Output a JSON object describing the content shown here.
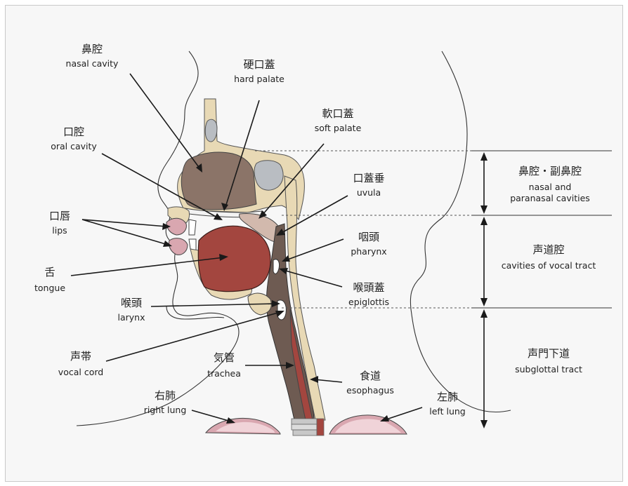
{
  "diagram": {
    "labels": {
      "nasal_cavity": {
        "jp": "鼻腔",
        "en": "nasal cavity"
      },
      "hard_palate": {
        "jp": "硬口蓋",
        "en": "hard palate"
      },
      "soft_palate": {
        "jp": "軟口蓋",
        "en": "soft palate"
      },
      "oral_cavity": {
        "jp": "口腔",
        "en": "oral cavity"
      },
      "uvula": {
        "jp": "口蓋垂",
        "en": "uvula"
      },
      "lips": {
        "jp": "口唇",
        "en": "lips"
      },
      "pharynx": {
        "jp": "咽頭",
        "en": "pharynx"
      },
      "tongue": {
        "jp": "舌",
        "en": "tongue"
      },
      "epiglottis": {
        "jp": "喉頭蓋",
        "en": "epiglottis"
      },
      "larynx": {
        "jp": "喉頭",
        "en": "larynx"
      },
      "vocal_cord": {
        "jp": "声帯",
        "en": "vocal cord"
      },
      "trachea": {
        "jp": "気管",
        "en": "trachea"
      },
      "esophagus": {
        "jp": "食道",
        "en": "esophagus"
      },
      "right_lung": {
        "jp": "右肺",
        "en": "right lung"
      },
      "left_lung": {
        "jp": "左肺",
        "en": "left lung"
      }
    },
    "regions": {
      "nasal_paranasal": {
        "jp": "鼻腔・副鼻腔",
        "en1": "nasal and",
        "en2": "paranasal cavities"
      },
      "vocal_tract": {
        "jp": "声道腔",
        "en": "cavities of vocal tract"
      },
      "subglottal": {
        "jp": "声門下道",
        "en": "subglottal tract"
      }
    },
    "colors": {
      "background": "#f7f7f7",
      "bone": "#e8d9b5",
      "nasal_tissue": "#8b7468",
      "tongue": "#a3463f",
      "airway": "#6e5b52",
      "lung": "#d9a7b0",
      "sinus": "#b9bdc2"
    }
  }
}
